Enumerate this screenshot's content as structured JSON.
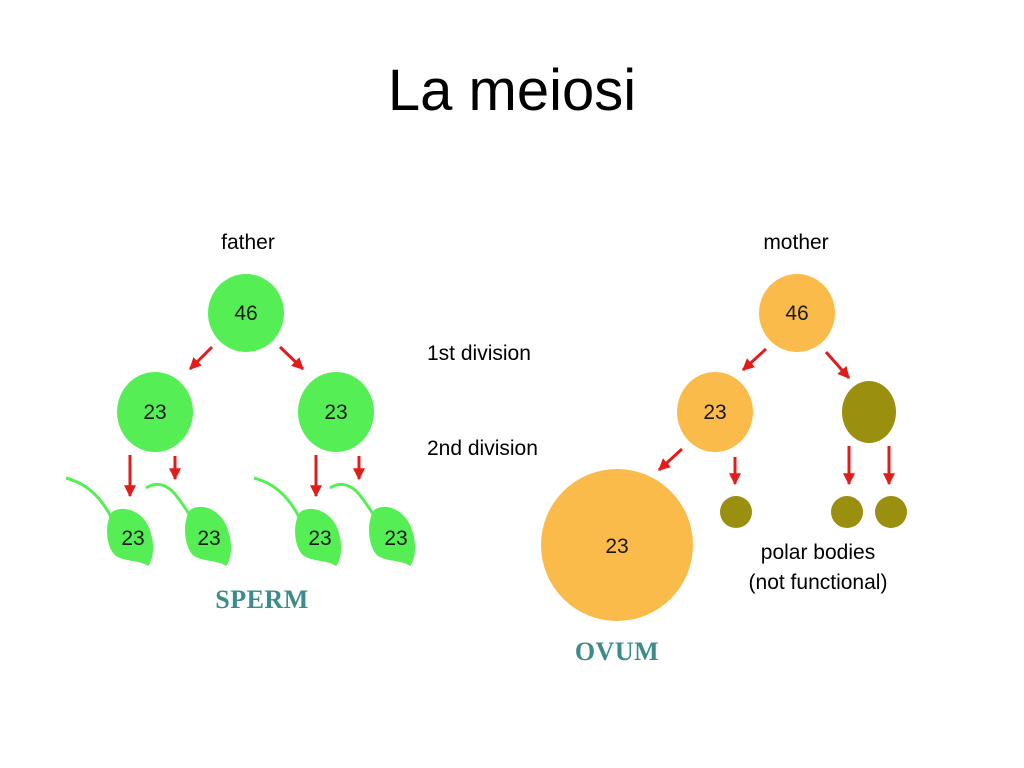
{
  "title": "La meiosi",
  "labels": {
    "father": "father",
    "mother": "mother",
    "division1": "1st division",
    "division2": "2nd division",
    "polar_bodies": "polar bodies",
    "polar_bodies_note": "(not functional)",
    "sperm": "SPERM",
    "ovum": "OVUM"
  },
  "father": {
    "parent": "46",
    "daughters": [
      "23",
      "23"
    ],
    "sperm": [
      "23",
      "23",
      "23",
      "23"
    ]
  },
  "mother": {
    "parent": "46",
    "daughter": "23",
    "ovum": "23"
  },
  "colors": {
    "father_cell": "#55ee55",
    "mother_cell": "#fbbb4a",
    "polar_body": "#9a8f0f",
    "arrow": "#e21b1b",
    "caption": "#3d8c8c"
  }
}
